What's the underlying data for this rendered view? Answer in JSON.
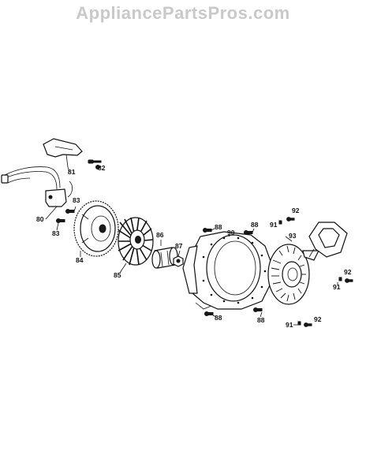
{
  "watermark": "AppliancePartsPros.com",
  "callouts": {
    "c80": "80",
    "c81": "81",
    "c82": "82",
    "c83a": "83",
    "c83b": "83",
    "c84": "84",
    "c85": "85",
    "c86": "86",
    "c87": "87",
    "c88a": "88",
    "c88b": "88",
    "c88c": "88",
    "c88d": "88",
    "c90": "90",
    "c91a": "91",
    "c91b": "91",
    "c91c": "91",
    "c92a": "92",
    "c92b": "92",
    "c92c": "92",
    "c93": "93"
  }
}
